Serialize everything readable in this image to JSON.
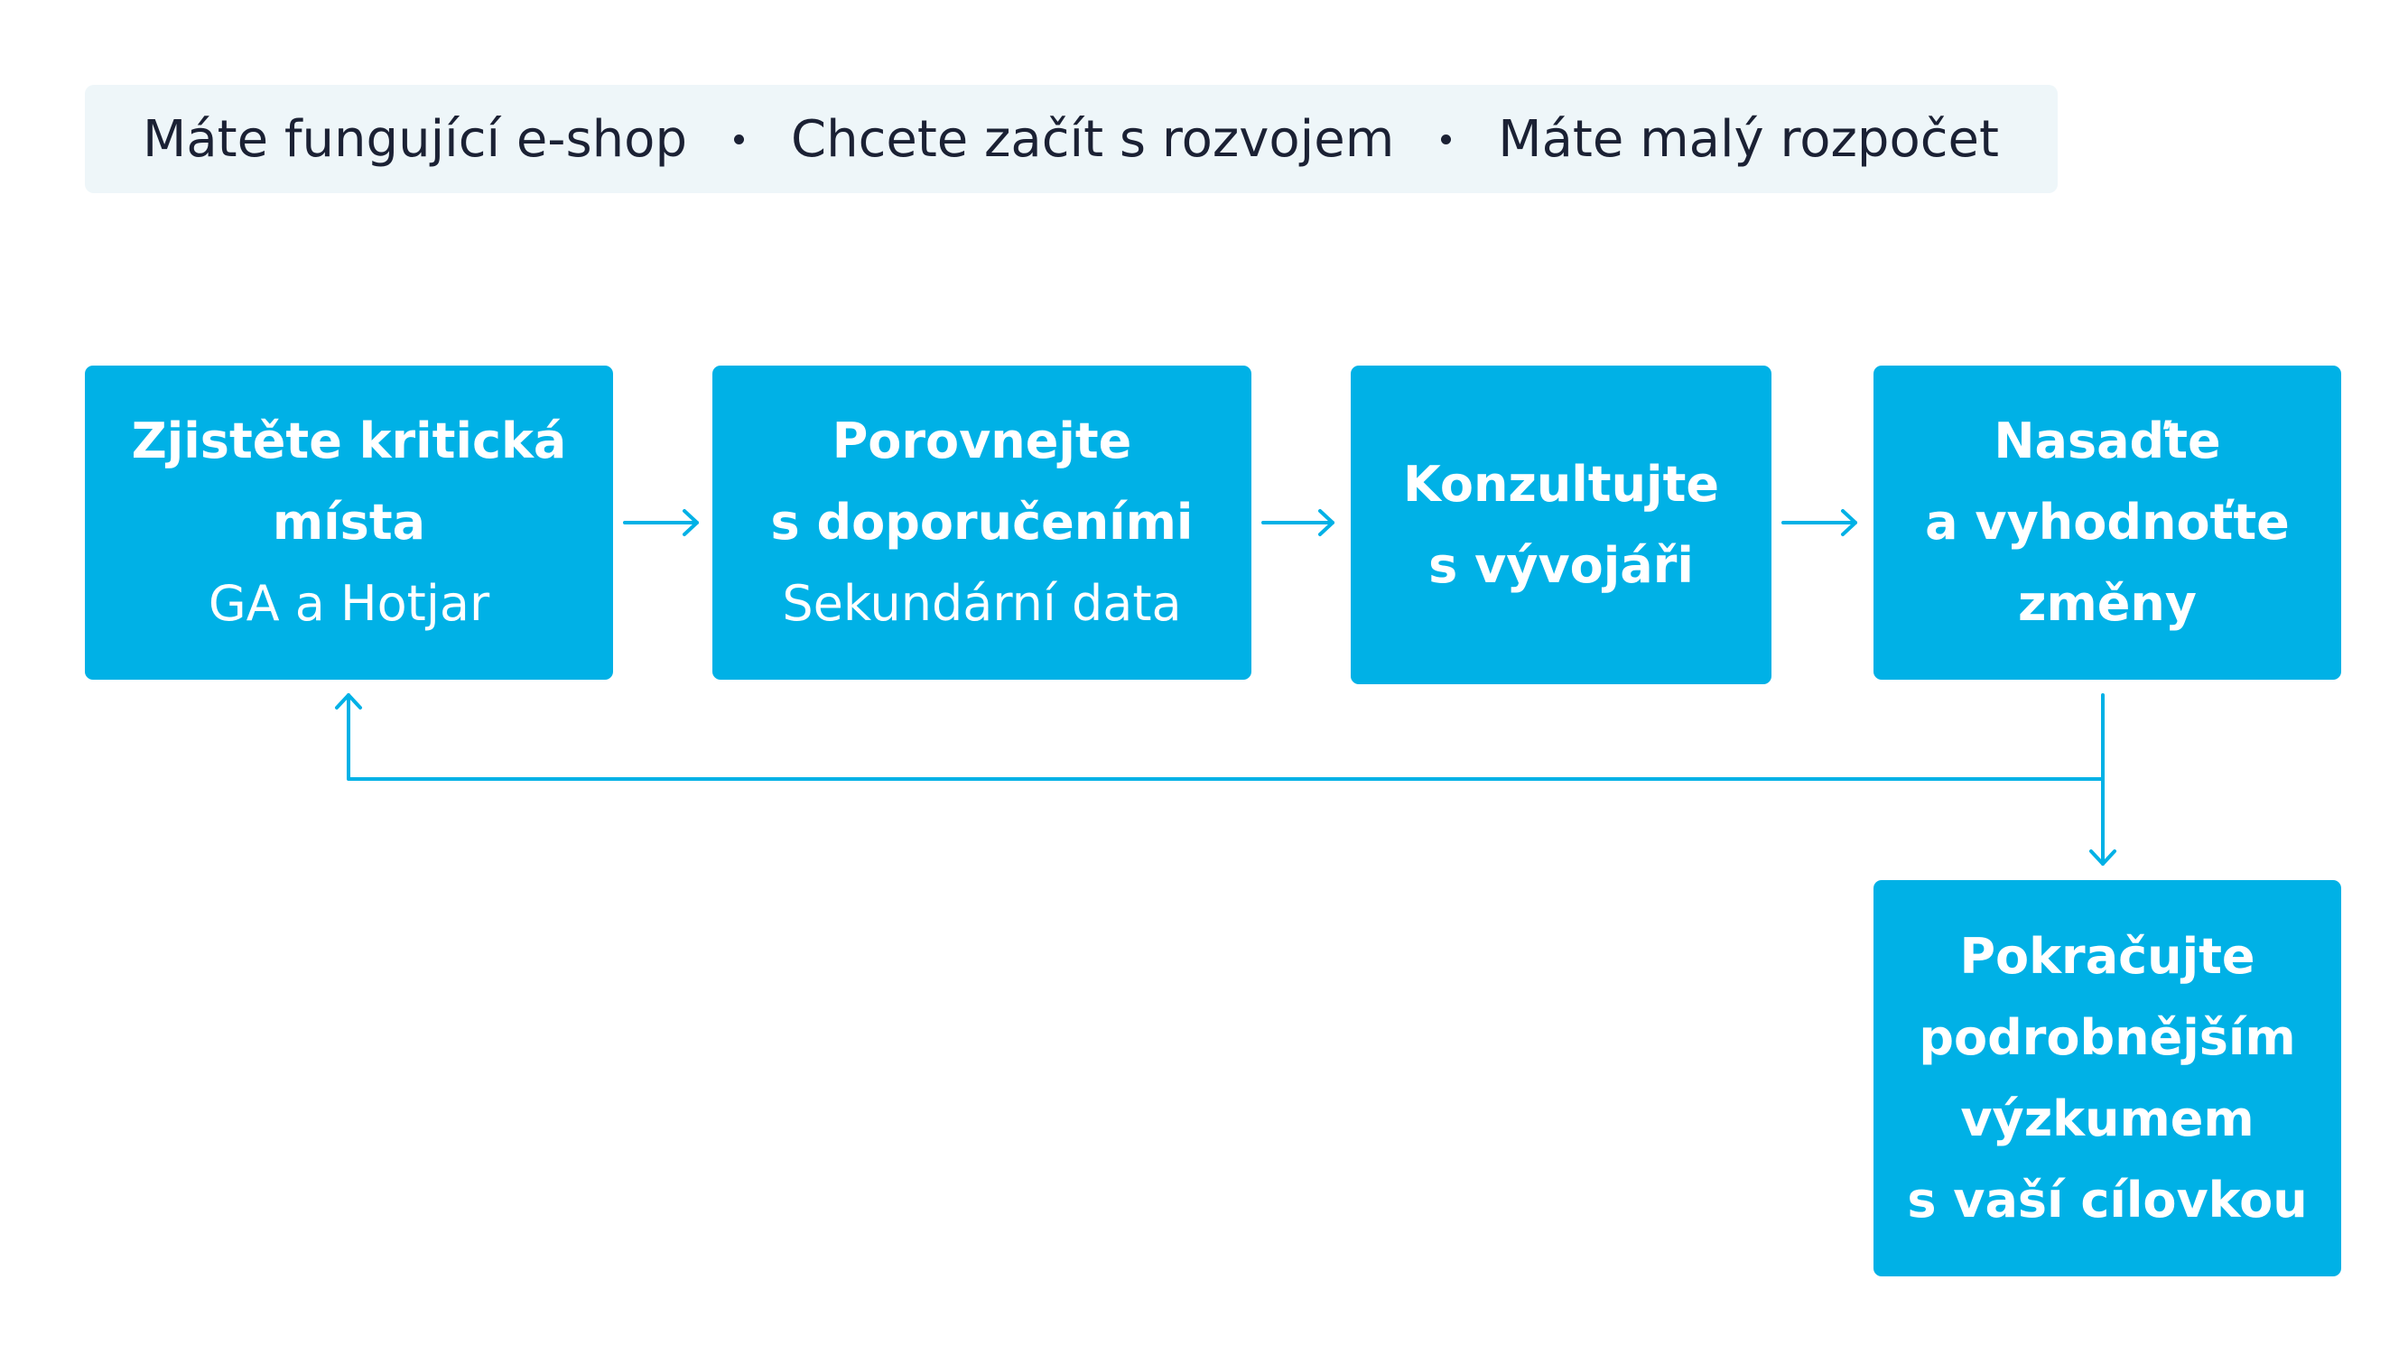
{
  "banner": {
    "items": [
      "Máte fungující e-shop",
      "Chcete začít s rozvojem",
      "Máte malý rozpočet"
    ]
  },
  "steps": [
    {
      "lines": [
        "Zjistěte kritická",
        "místa"
      ],
      "sub": "GA a Hotjar"
    },
    {
      "lines": [
        "Porovnejte",
        "s doporučeními"
      ],
      "sub": "Sekundární data"
    },
    {
      "lines": [
        "Konzultujte",
        "s vývojáři"
      ],
      "sub": ""
    },
    {
      "lines": [
        "Nasaďte",
        "a vyhodnoťte",
        "změny"
      ],
      "sub": ""
    },
    {
      "lines": [
        "Pokračujte",
        "podrobnějším",
        "výzkumem",
        "s vaší cílovkou"
      ],
      "sub": ""
    }
  ],
  "colors": {
    "box": "#00b1e6",
    "connector": "#00b1e6",
    "banner_bg": "#eef6f9",
    "banner_text": "#1b2134"
  }
}
